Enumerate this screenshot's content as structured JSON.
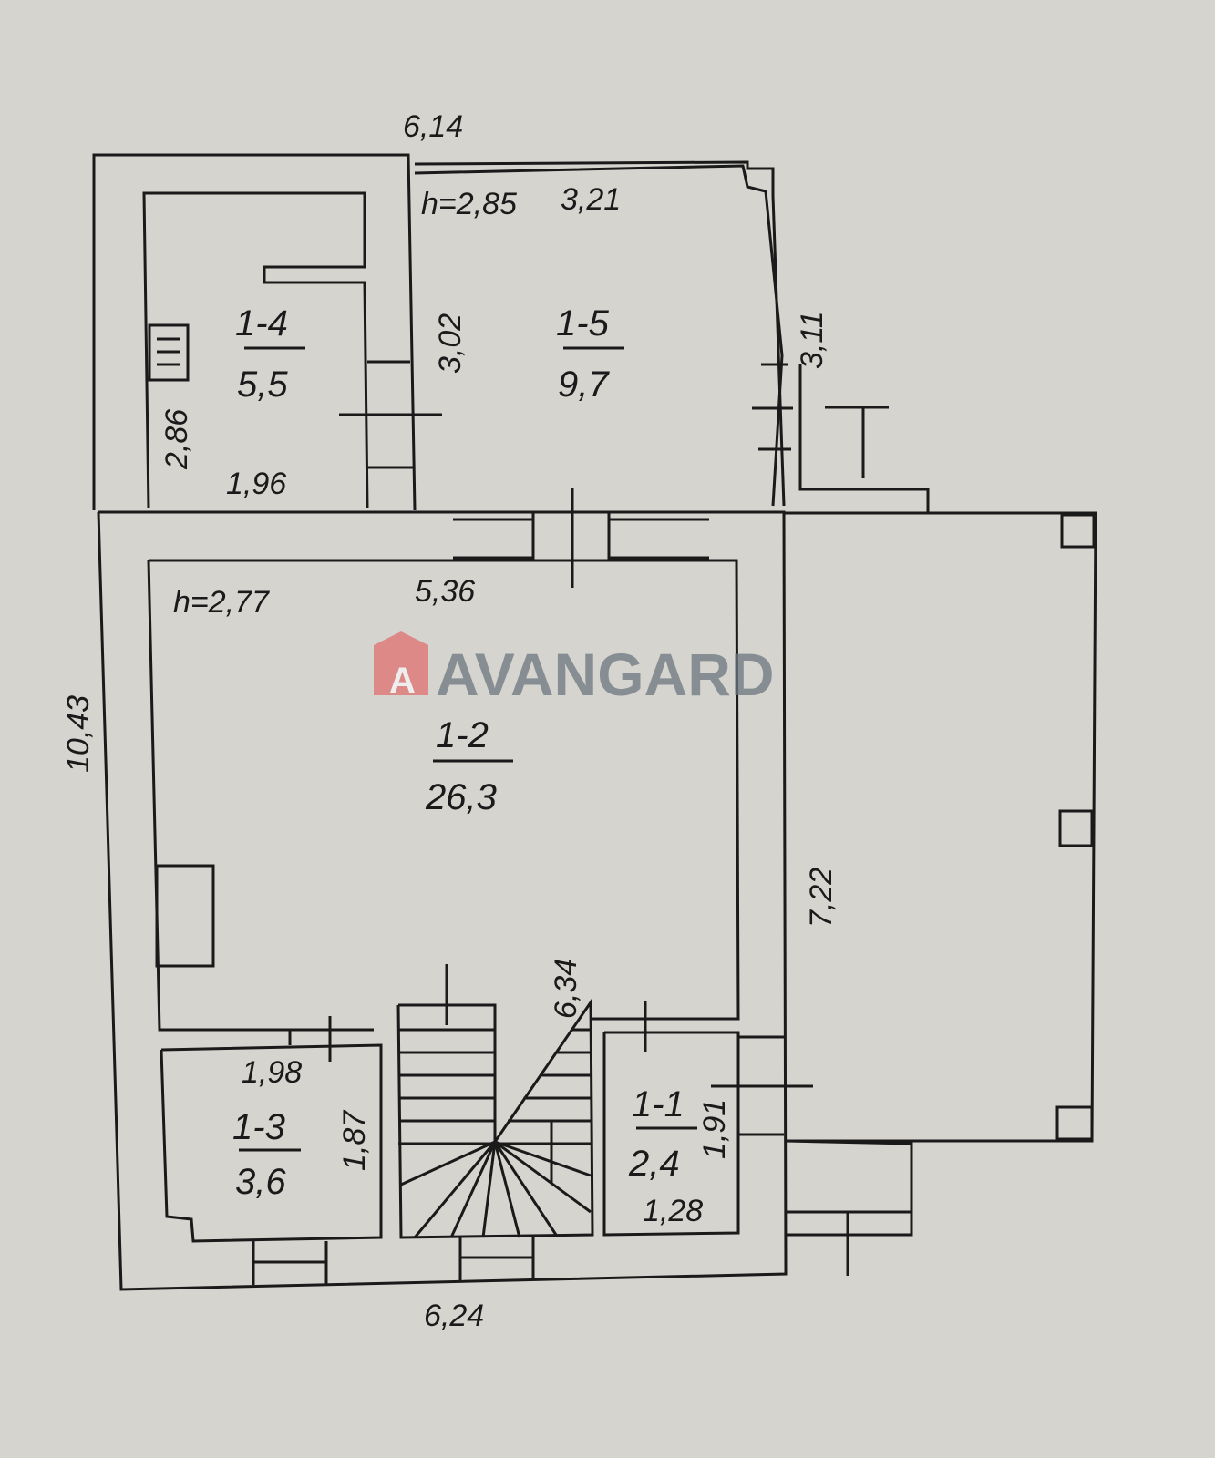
{
  "rooms": [
    {
      "id": "1-4",
      "area": "5,5"
    },
    {
      "id": "1-5",
      "area": "9,7"
    },
    {
      "id": "1-2",
      "area": "26,3"
    },
    {
      "id": "1-3",
      "area": "3,6"
    },
    {
      "id": "1-1",
      "area": "2,4"
    }
  ],
  "dimensions": {
    "top_total": "6,14",
    "h_upper": "h=2,85",
    "r15_width": "3,21",
    "r15_depth": "3,02",
    "r15_right": "3,11",
    "r14_height": "2,86",
    "r14_width": "1,96",
    "h_lower": "h=2,77",
    "r12_width": "5,36",
    "left_total": "10,43",
    "right_wall": "7,22",
    "stair": "6,34",
    "r13_width": "1,98",
    "r13_depth": "1,87",
    "r11_depth": "1,91",
    "r11_width": "1,28",
    "bottom_total": "6,24"
  },
  "watermark": {
    "text": "AVANGARD",
    "accent": "#e06a6a"
  }
}
